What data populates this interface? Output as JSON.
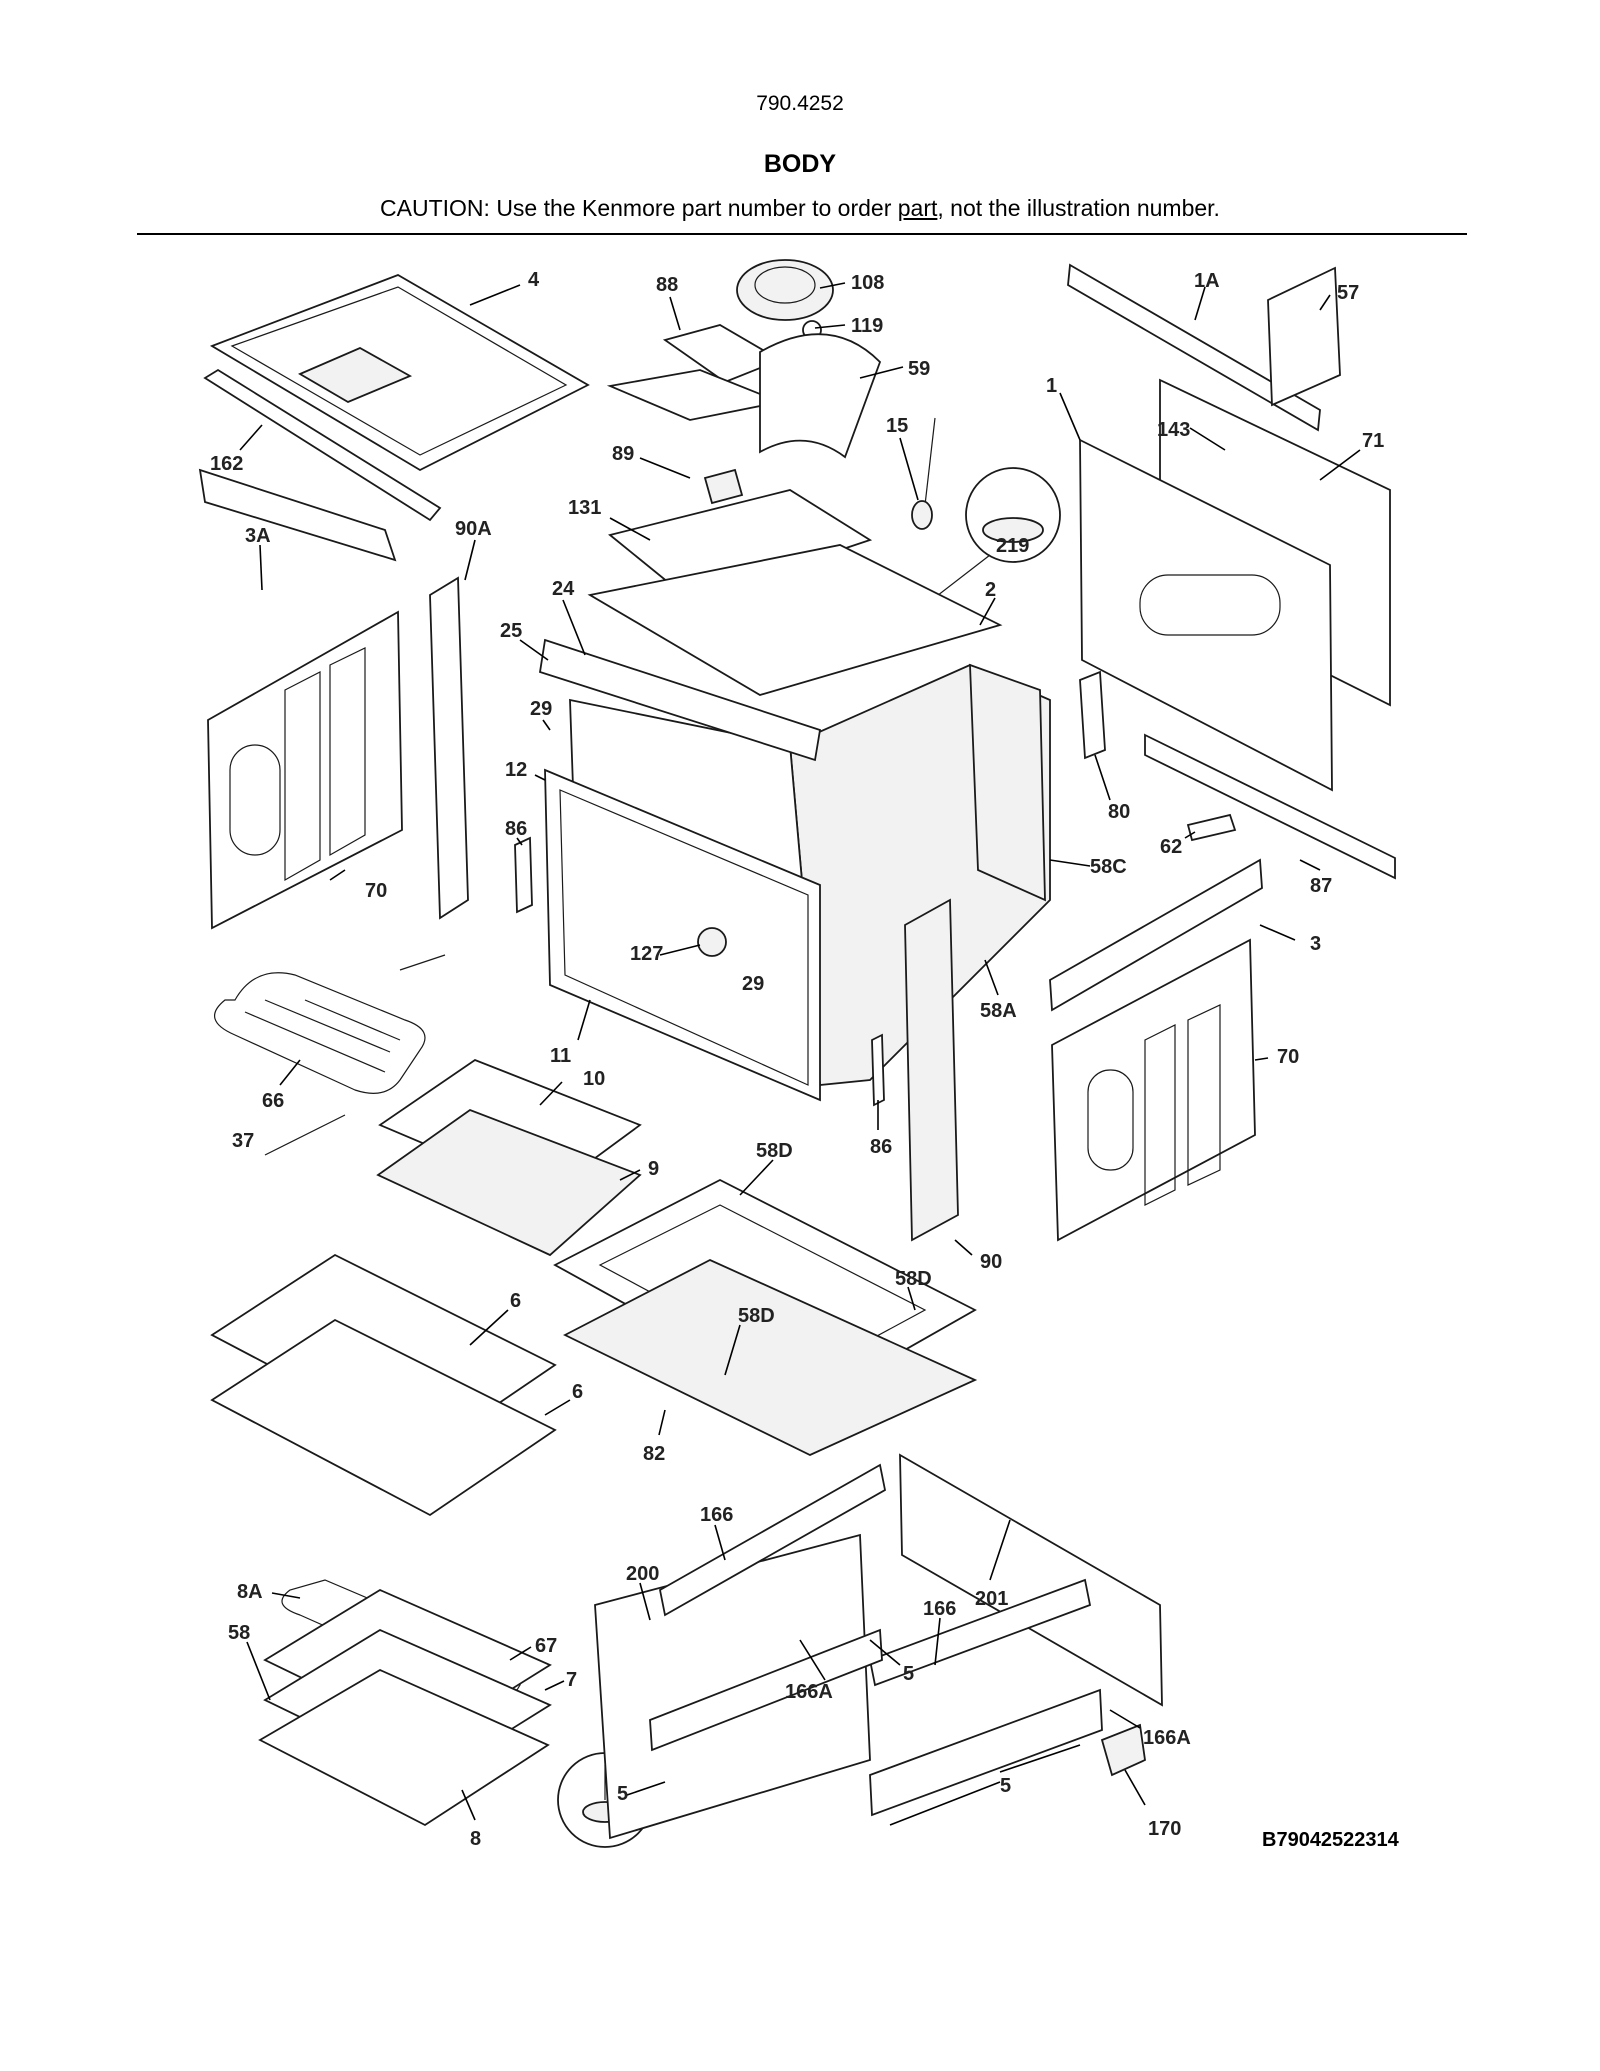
{
  "header": {
    "model_number": "790.4252",
    "section_title": "BODY",
    "caution_prefix": "CAUTION: Use the Kenmore part number to order ",
    "caution_link": "part",
    "caution_suffix": ", not the illustration number."
  },
  "diagram_code": "B79042522314",
  "part_labels": [
    "4",
    "88",
    "108",
    "119",
    "59",
    "1A",
    "57",
    "162",
    "1",
    "143",
    "71",
    "89",
    "15",
    "131",
    "219",
    "3A",
    "90A",
    "24",
    "2",
    "25",
    "29",
    "12",
    "80",
    "86",
    "62",
    "58C",
    "87",
    "70",
    "127",
    "29",
    "3",
    "11",
    "58A",
    "70",
    "66",
    "10",
    "86",
    "37",
    "9",
    "58D",
    "90",
    "58D",
    "6",
    "58D",
    "6",
    "82",
    "166",
    "201",
    "200",
    "8A",
    "166",
    "5",
    "58",
    "67",
    "7",
    "166A",
    "166A",
    "5",
    "5",
    "170",
    "8"
  ]
}
